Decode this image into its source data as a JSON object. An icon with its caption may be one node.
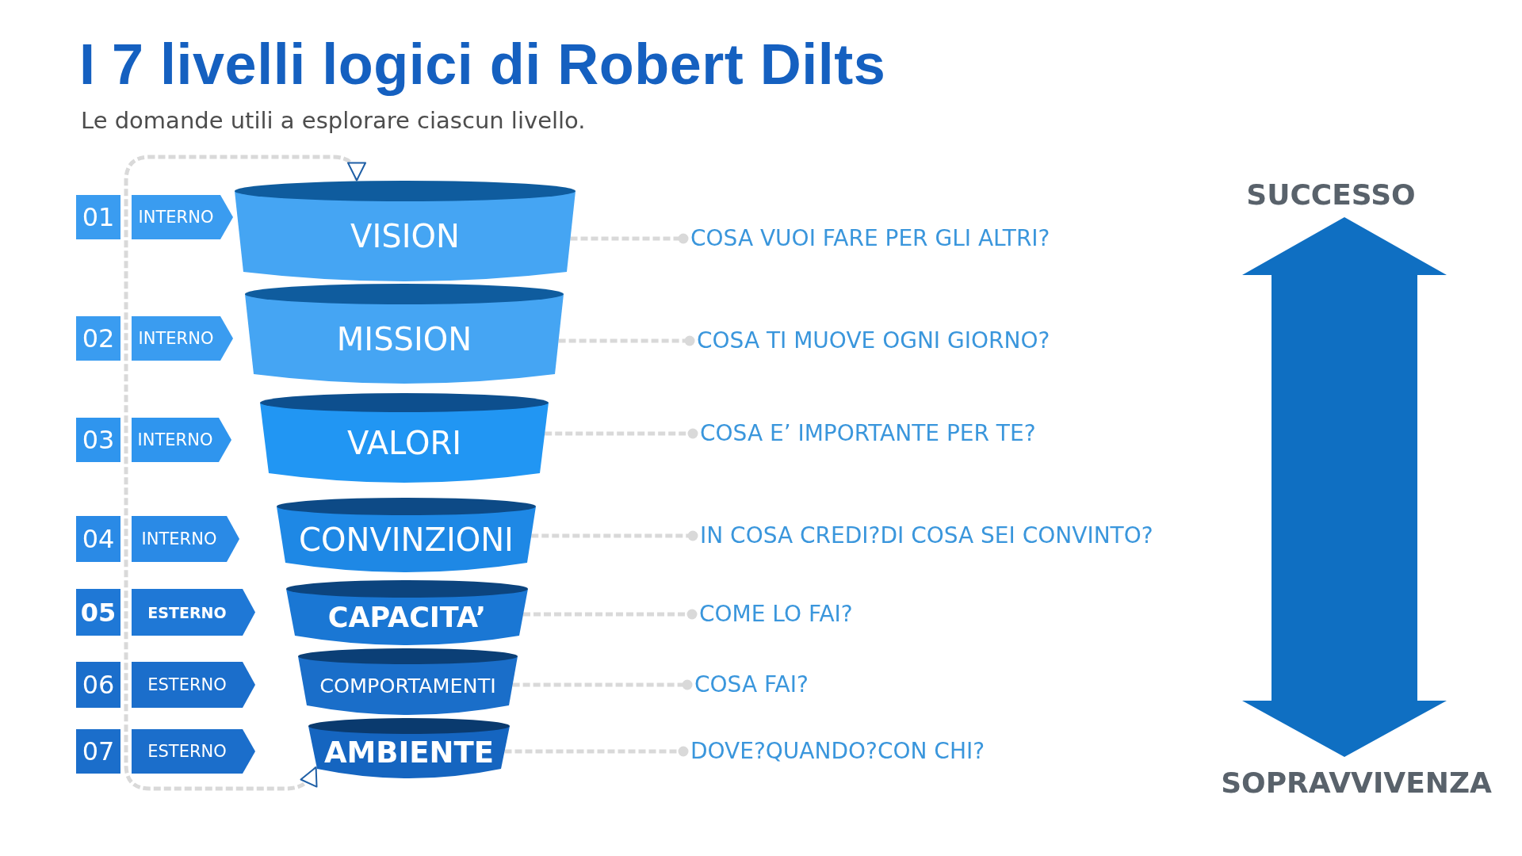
{
  "diagram": {
    "title": "I 7 livelli logici di Robert Dilts",
    "nodes": [
      {
        "text": [
          "01"
        ]
      },
      {
        "text": [
          "INTERNO"
        ]
      },
      {
        "text": [
          "VISION"
        ]
      },
      {
        "text": [
          "COSA VUOI FARE PER GLI ALTRI?"
        ]
      },
      {
        "text": [
          "02"
        ]
      },
      {
        "text": [
          "INTERNO"
        ]
      },
      {
        "text": [
          "MISSION"
        ]
      },
      {
        "text": [
          "COSA TI MUOVE OGNI GIORNO?"
        ]
      },
      {
        "text": [
          "03"
        ]
      },
      {
        "text": [
          "INTERNO"
        ]
      },
      {
        "text": [
          "VALORI"
        ]
      },
      {
        "text": [
          "COSA E’ IMPORTANTE PER TE?"
        ]
      },
      {
        "text": [
          "04"
        ]
      },
      {
        "text": [
          "INTERNO"
        ]
      },
      {
        "text": [
          "CONVINZIONI"
        ]
      },
      {
        "text": [
          "IN COSA CREDI?DI COSA SEI CONVINTO?"
        ]
      },
      {
        "text": [
          "05"
        ]
      },
      {
        "text": [
          "ESTERNO"
        ]
      },
      {
        "text": [
          "CAPACITA’"
        ]
      },
      {
        "text": [
          "COME LO FAI?"
        ]
      },
      {
        "text": [
          "06"
        ]
      },
      {
        "text": [
          "ESTERNO"
        ]
      },
      {
        "text": [
          "COMPORTAMENTI"
        ]
      },
      {
        "text": [
          "COSA FAI?"
        ]
      },
      {
        "text": [
          "07"
        ]
      },
      {
        "text": [
          "ESTERNO"
        ]
      },
      {
        "text": [
          "AMBIENTE"
        ]
      },
      {
        "text": [
          "DOVE?QUANDO?CON CHI?"
        ]
      }
    ],
    "edges": [
      {
        "from": 2,
        "to": 3,
        "arrow": "other",
        "style": "dashed"
      },
      {
        "from": 6,
        "to": 7,
        "arrow": "other",
        "style": "dashed"
      },
      {
        "from": 10,
        "to": 11,
        "arrow": "other",
        "style": "dashed"
      },
      {
        "from": 14,
        "to": 15,
        "arrow": "other",
        "style": "dashed"
      },
      {
        "from": 18,
        "to": 19,
        "arrow": "other",
        "style": "dashed"
      },
      {
        "from": 22,
        "to": 23,
        "arrow": "other",
        "style": "dashed"
      },
      {
        "from": 26,
        "to": 27,
        "arrow": "other",
        "style": "dashed"
      },
      {
        "from": 26,
        "to": 2,
        "arrow": "both",
        "style": "dashed"
      }
    ],
    "labels": [
      "Le domande utili a esplorare ciascun livello.",
      "SUCCESSO",
      "SOPRAVVIVENZA"
    ]
  }
}
